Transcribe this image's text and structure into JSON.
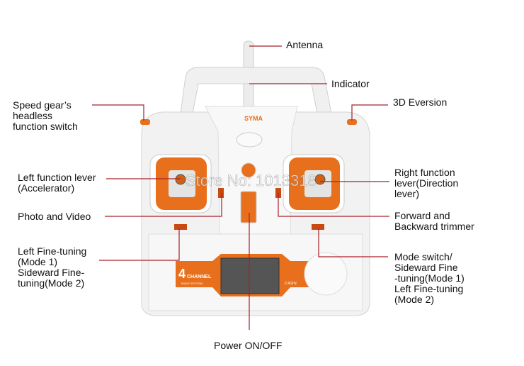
{
  "labels": {
    "antenna": "Antenna",
    "indicator": "Indicator",
    "speed_gear": "Speed gear’s\nheadless\nfunction switch",
    "eversion": "3D Eversion",
    "left_lever": "Left function lever\n(Accelerator)",
    "right_lever": "Right function\nlever(Direction\nlever)",
    "photo_video": "Photo and Video",
    "trimmer": "Forward and\nBackward trimmer",
    "left_fine": "Left Fine-tuning\n(Mode 1)\nSideward Fine-\ntuning(Mode 2)",
    "mode_switch": "Mode switch/\nSideward Fine\n-tuning(Mode 1)\nLeft Fine-tuning\n(Mode 2)",
    "power": "Power ON/OFF"
  },
  "device": {
    "brand": "SYMA",
    "channel_number": "4",
    "channel_text": "CHANNEL",
    "radio_text": "RADIO SYSTEM",
    "frequency": "2.4GHz",
    "watermark": "Store No: 1013318"
  },
  "colors": {
    "line": "#a8202a",
    "accent": "#e8701c",
    "body": "#f2f2f2"
  }
}
